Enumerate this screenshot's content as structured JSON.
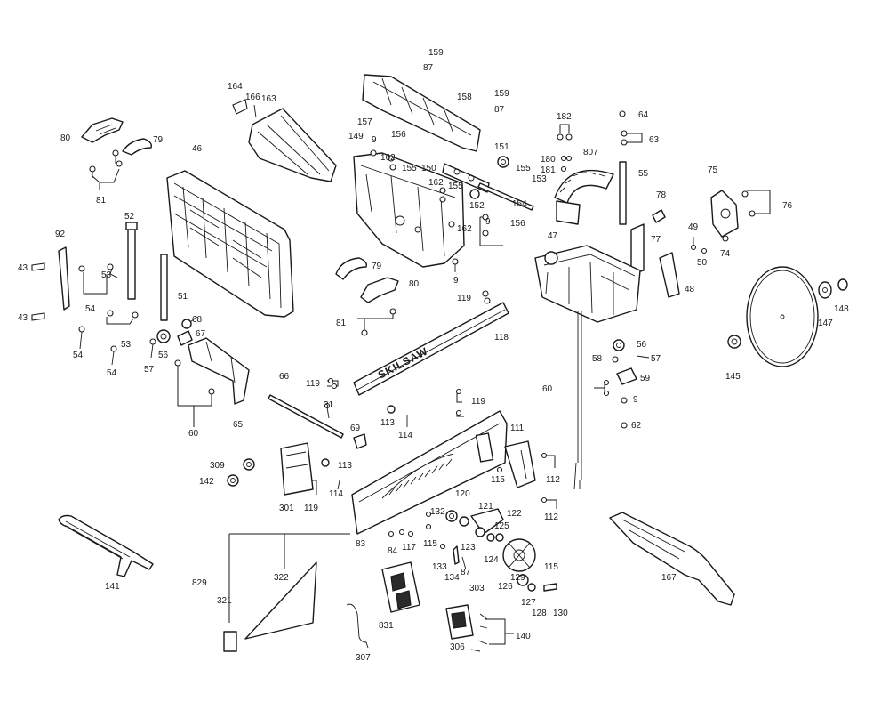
{
  "brand_text": "SKILSAW",
  "callouts": {
    "c159a": "159",
    "c87a": "87",
    "c158": "158",
    "c159b": "159",
    "c87b": "87",
    "c164": "164",
    "c166": "166",
    "c163": "163",
    "c157": "157",
    "c80a": "80",
    "c79a": "79",
    "c81a": "81",
    "c46": "46",
    "c92": "92",
    "c52": "52",
    "c43a": "43",
    "c43b": "43",
    "c53a": "53",
    "c53b": "53",
    "c54a": "54",
    "c54b": "54",
    "c54c": "54",
    "c51": "51",
    "c57a": "57",
    "c56a": "56",
    "c68": "68",
    "c67": "67",
    "c60a": "60",
    "c65": "65",
    "c149": "149",
    "c9a": "9",
    "c156a": "156",
    "c162a": "162",
    "c155a": "155",
    "c150": "150",
    "c151": "151",
    "c155b": "155",
    "c153": "153",
    "c162b": "162",
    "c155c": "155",
    "c152": "152",
    "c154": "154",
    "c9b": "9",
    "c156b": "156",
    "c162c": "162",
    "c9c": "9",
    "c79b": "79",
    "c80b": "80",
    "c81b": "81",
    "c182": "182",
    "c807": "807",
    "c180": "180",
    "c181": "181",
    "c64": "64",
    "c63": "63",
    "c55": "55",
    "c75": "75",
    "c76": "76",
    "c78": "78",
    "c77": "77",
    "c49": "49",
    "c50": "50",
    "c74": "74",
    "c47": "47",
    "c48": "48",
    "c147": "147",
    "c148": "148",
    "c145": "145",
    "c119a": "119",
    "c118": "118",
    "c56b": "56",
    "c58": "58",
    "c57b": "57",
    "c59": "59",
    "c60b": "60",
    "c9d": "9",
    "c62": "62",
    "c66": "66",
    "c119b": "119",
    "c31": "31",
    "c113a": "113",
    "c114a": "114",
    "c119c": "119",
    "c69": "69",
    "c111": "111",
    "c115a": "115",
    "c112a": "112",
    "c112b": "112",
    "c309": "309",
    "c142": "142",
    "c113b": "113",
    "c114b": "114",
    "c301": "301",
    "c119d": "119",
    "c120": "120",
    "c121": "121",
    "c122": "122",
    "c132": "132",
    "c125": "125",
    "c83": "83",
    "c84": "84",
    "c117": "117",
    "c115b": "115",
    "c123": "123",
    "c124": "124",
    "c115c": "115",
    "c133": "133",
    "c134": "134",
    "c87c": "87",
    "c303": "303",
    "c126": "126",
    "c129": "129",
    "c127": "127",
    "c128": "128",
    "c130": "130",
    "c141": "141",
    "c829": "829",
    "c322": "322",
    "c321": "321",
    "c831": "831",
    "c307": "307",
    "c306": "306",
    "c140": "140",
    "c167": "167"
  }
}
